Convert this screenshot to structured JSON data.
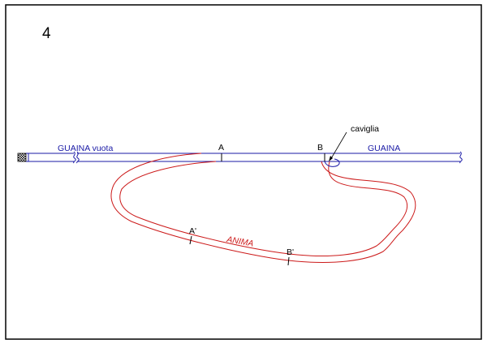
{
  "sheet": {
    "number": "4"
  },
  "labels": {
    "sheath_empty": "GUAINA vuota",
    "sheath": "GUAINA",
    "core": "ANIMA",
    "peg": "caviglia",
    "point_a": "A",
    "point_b": "B",
    "point_a_prime": "A'",
    "point_b_prime": "B'"
  },
  "colors": {
    "sheath": "#1a1aa6",
    "core": "#cc1a1a",
    "frame": "#000000",
    "annotation": "#000000"
  }
}
